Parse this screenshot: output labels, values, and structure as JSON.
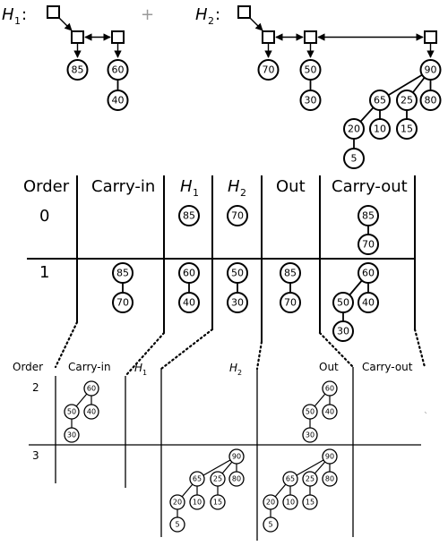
{
  "heap_labels": {
    "h1": "H",
    "h1_sub": "1",
    "h2": "H",
    "h2_sub": "2",
    "colon": ":",
    "plus": "+"
  },
  "table_headers": {
    "order": "Order",
    "carry_in": "Carry-in",
    "h1": "H",
    "h1_sub": "1",
    "h2": "H",
    "h2_sub": "2",
    "out": "Out",
    "carry_out": "Carry-out"
  },
  "orders": {
    "o0": "0",
    "o1": "1",
    "o2": "2",
    "o3": "3"
  },
  "keys": {
    "k85": "85",
    "k60": "60",
    "k40": "40",
    "k70": "70",
    "k50": "50",
    "k30": "30",
    "k90": "90",
    "k80": "80",
    "k65": "65",
    "k25": "25",
    "k20": "20",
    "k10": "10",
    "k15": "15",
    "k5": "5"
  }
}
